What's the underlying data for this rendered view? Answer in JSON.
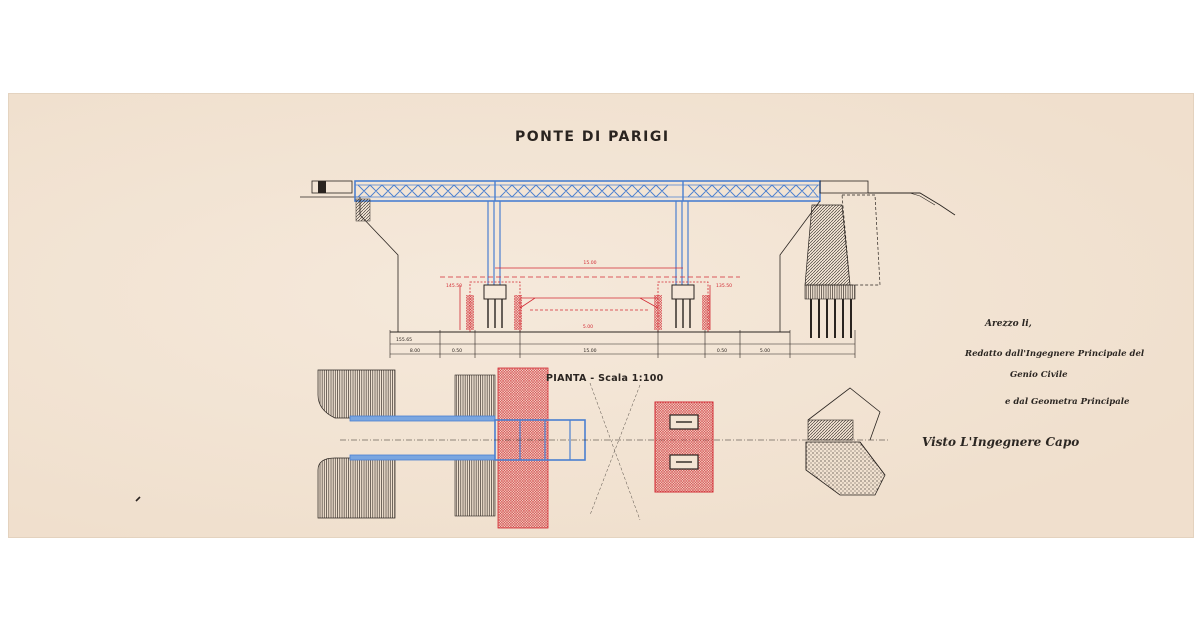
{
  "drawing": {
    "title": "PONTE DI PARIGI",
    "plan_caption": "PIANTA - Scala 1:100",
    "annotations": {
      "line1": "Arezzo li,",
      "line2": "Redatto dall'Ingegnere Principale del",
      "line3": "Genio Civile",
      "line4": "e dal Geometra Principale",
      "line5": "Visto L'Ingegnere Capo"
    },
    "dimensions": {
      "elevation_level": "155.65",
      "span_center": "15.00",
      "span_left": "8.00",
      "span_left2": "0.50",
      "span_mid": "15.00",
      "span_right2": "0.50",
      "span_right": "5.00",
      "water_width": "5.00",
      "pier_level_left": "145.50",
      "pier_level_right": "135.50"
    },
    "colors": {
      "paper": "#f3e4d3",
      "ink": "#2a2420",
      "steel_blue": "#4a7fd0",
      "red_ink": "#d22a33"
    }
  }
}
